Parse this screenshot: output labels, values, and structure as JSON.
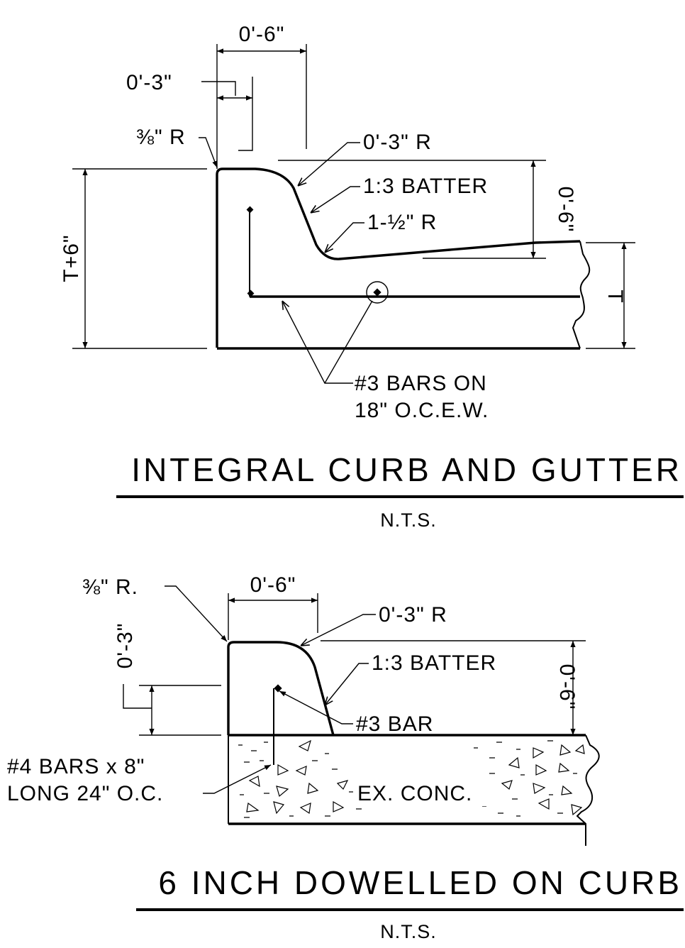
{
  "detail1": {
    "dim_top_width": "0'-6\"",
    "dim_lip": "0'-3\"",
    "radius_small": "⅜\" R",
    "radius_top": "0'-3\" R",
    "batter": "1:3 BATTER",
    "radius_toe": "1-½\" R",
    "height_face": "0'-6\"",
    "height_total": "T+6\"",
    "height_gutter": "T",
    "bars_note_line1": "#3 BARS ON",
    "bars_note_line2": "18\" O.C.E.W.",
    "title": "INTEGRAL CURB AND GUTTER",
    "scale": "N.T.S."
  },
  "detail2": {
    "radius_small": "⅜\" R.",
    "dim_top_width": "0'-6\"",
    "radius_top": "0'-3\" R",
    "batter": "1:3 BATTER",
    "height_face": "0'-6\"",
    "dowel_embed": "0'-3\"",
    "bar_label": "#3 BAR",
    "dowel_note_line1": "#4 BARS x 8\"",
    "dowel_note_line2": "LONG 24\" O.C.",
    "existing_label": "EX. CONC.",
    "title": "6 INCH DOWELLED ON CURB",
    "scale": "N.T.S."
  }
}
